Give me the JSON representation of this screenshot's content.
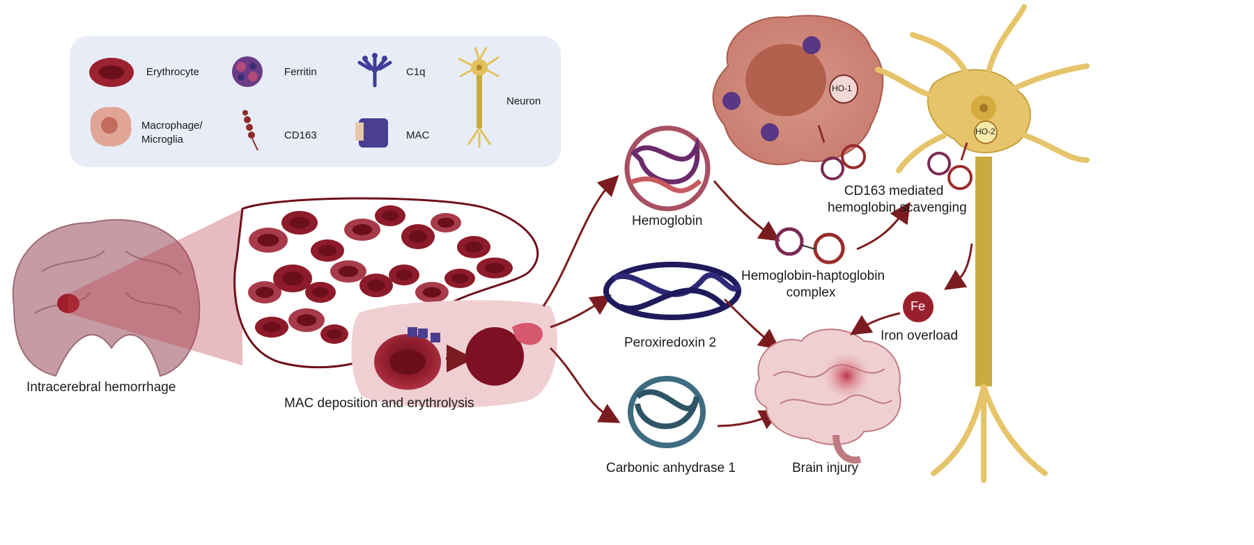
{
  "legend": {
    "erythrocyte": "Erythrocyte",
    "ferritin": "Ferritin",
    "c1q": "C1q",
    "neuron": "Neuron",
    "macrophage_line1": "Macrophage/",
    "macrophage_line2": "Microglia",
    "cd163": "CD163",
    "mac": "MAC"
  },
  "labels": {
    "ich": "Intracerebral hemorrhage",
    "mac_deposition": "MAC deposition and erythrolysis",
    "hemoglobin": "Hemoglobin",
    "peroxiredoxin": "Peroxiredoxin 2",
    "carbonic": "Carbonic anhydrase 1",
    "hp_line1": "Hemoglobin-haptoglobin",
    "hp_line2": "complex",
    "cd163_line1": "CD163 mediated",
    "cd163_line2": "hemoglobin scavenging",
    "iron_overload": "Iron overload",
    "brain_injury": "Brain injury",
    "fe": "Fe",
    "ho1": "HO-1",
    "ho2": "HO-2"
  },
  "colors": {
    "erythrocyte": "#8e1b2a",
    "macrophage": "#d9948a",
    "neuron": "#e2c25c",
    "arrow": "#7a1c1f",
    "legend_bg": "#e8ecf7",
    "mac_protein": "#4b3d8f"
  }
}
